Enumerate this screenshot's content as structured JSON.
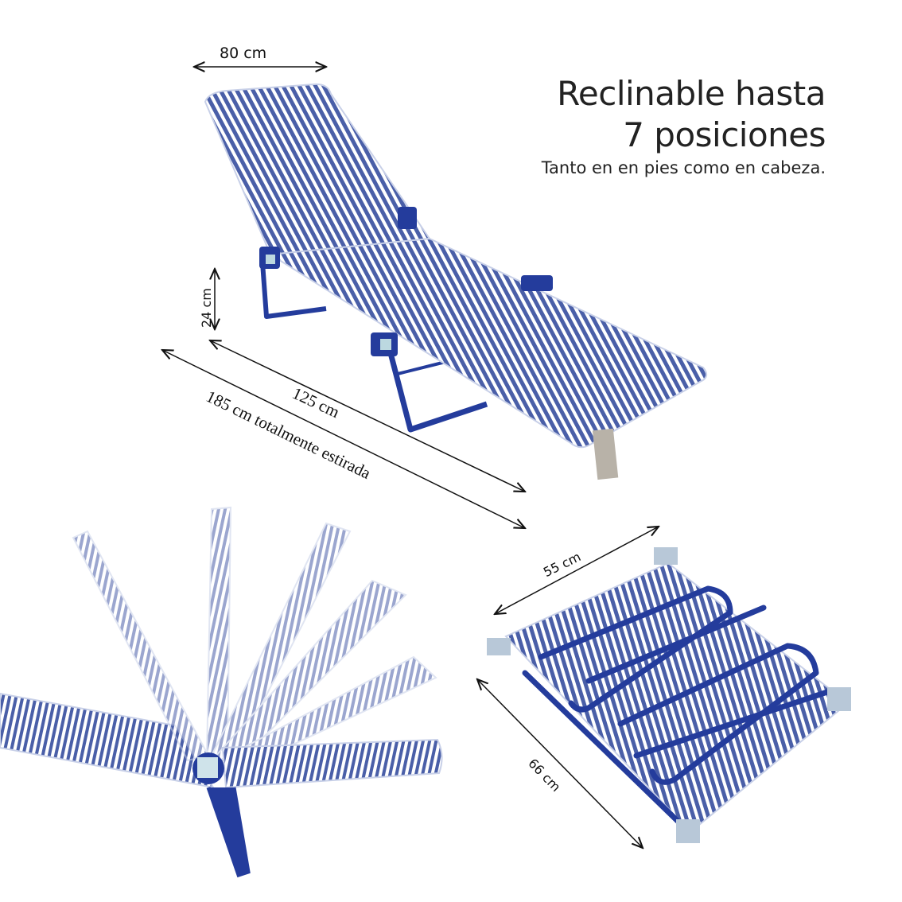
{
  "heading": {
    "line1": "Reclinable hasta",
    "line2": "7 posiciones",
    "subtitle": "Tanto en en pies como en cabeza."
  },
  "dimensions": {
    "width_top": "80  cm",
    "height": "24  cm",
    "seat_length": "125 cm",
    "full_length": "185 cm totalmente estirada",
    "folded_width": "55  cm",
    "folded_length": "66  cm"
  },
  "colors": {
    "fabric_stripe": "#4a5fa8",
    "fabric_base": "#ffffff",
    "frame": "#243c9c",
    "text": "#222222"
  },
  "icons": [
    "lounger-extended-illustration",
    "lounger-reclining-positions-illustration",
    "lounger-folded-illustration"
  ]
}
